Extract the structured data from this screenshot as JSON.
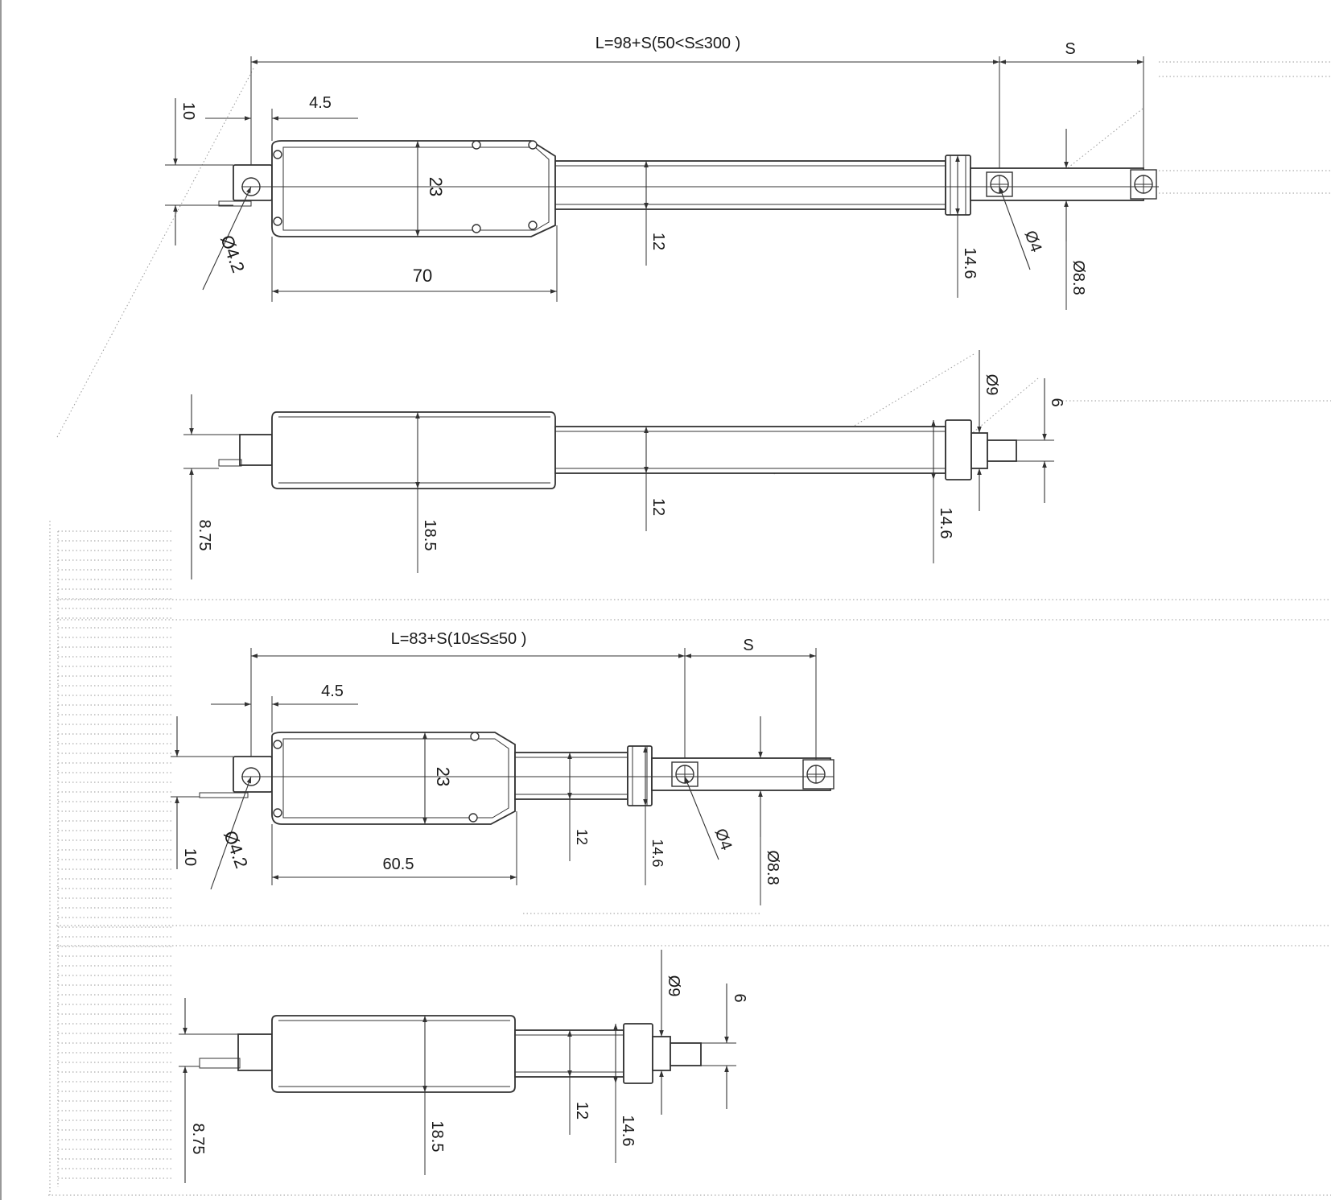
{
  "drawing_1": {
    "length_formula": "L=98+S(50<S≤300 )",
    "stroke": "S",
    "d_offset": "4.5",
    "d_tab": "10",
    "d_height": "23",
    "d_hole": "Ø4.2",
    "d_body_len": "70",
    "d_rod": "12",
    "d_collar": "14.6",
    "d_rod_hole": "Ø4",
    "d_rod_end": "Ø8.8"
  },
  "drawing_2": {
    "d_height": "8.75",
    "d_body": "18.5",
    "d_rod": "12",
    "d_collar": "14.6",
    "d_nut": "Ø9",
    "d_tip": "6"
  },
  "drawing_3": {
    "length_formula": "L=83+S(10≤S≤50 )",
    "stroke": "S",
    "d_offset": "4.5",
    "d_height": "23",
    "d_hole": "Ø4.2",
    "d_tab": "10",
    "d_body_len": "60.5",
    "d_rod": "12",
    "d_collar": "14.6",
    "d_rod_hole": "Ø4",
    "d_rod_end": "Ø8.8"
  },
  "drawing_4": {
    "d_nut": "Ø9",
    "d_tip": "6",
    "d_rod": "12",
    "d_collar": "14.6",
    "d_body": "18.5",
    "d_height": "8.75"
  }
}
